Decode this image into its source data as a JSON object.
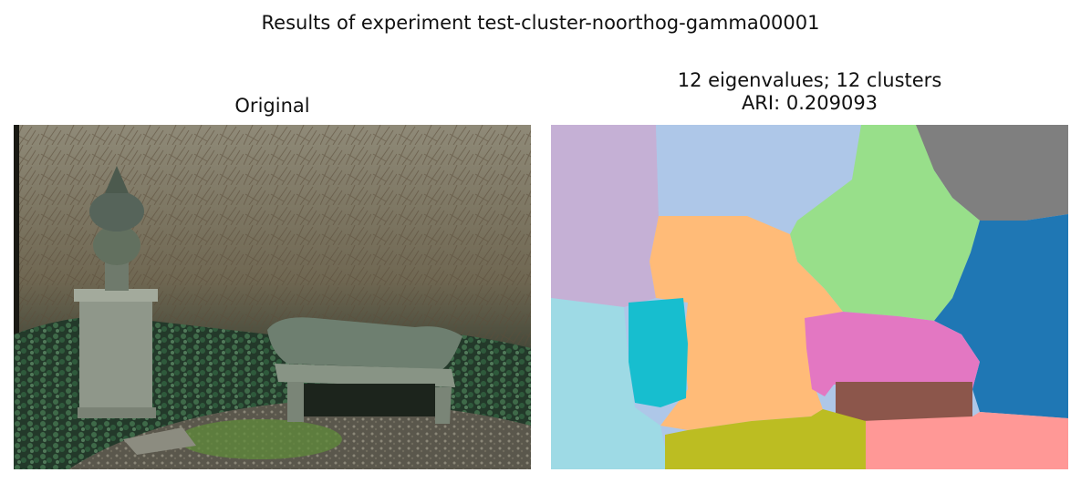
{
  "figure": {
    "suptitle": "Results of experiment test-cluster-noorthog-gamma00001"
  },
  "left_panel": {
    "title": "Original"
  },
  "right_panel": {
    "title_line1": "12 eigenvalues; 12 clusters",
    "title_line2": "ARI: 0.209093"
  },
  "colors": {
    "tab_purple_light": "#c5b0d5",
    "tab_blue_light": "#aec7e8",
    "tab_green_light": "#98df8a",
    "tab_gray": "#7f7f7f",
    "tab_orange_light": "#ffbb78",
    "tab_blue": "#1f77b4",
    "tab_cyan": "#17becf",
    "tab_cyan_light": "#9edae5",
    "tab_pink": "#e377c2",
    "tab_brown": "#8c564b",
    "tab_olive": "#bcbd22",
    "tab_red_light": "#ff9896"
  }
}
